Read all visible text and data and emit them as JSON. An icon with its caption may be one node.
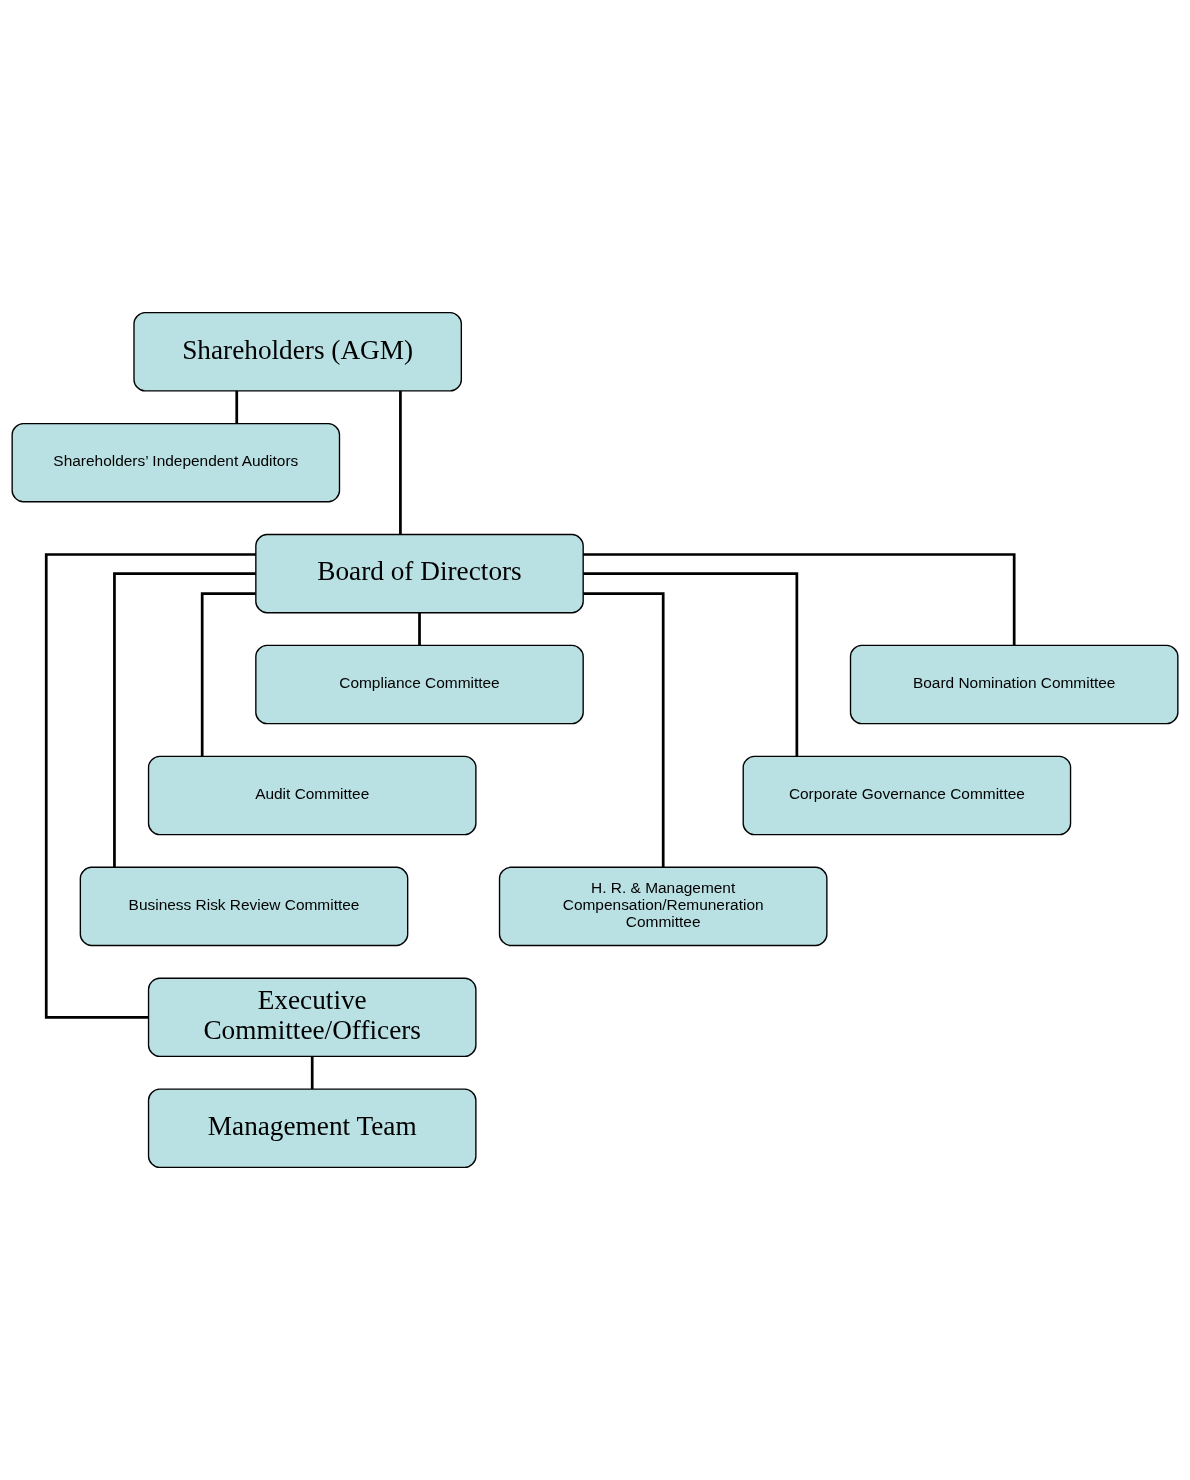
{
  "diagram": {
    "nodes": [
      {
        "text": [
          "Shareholders (AGM)"
        ]
      },
      {
        "text": [
          "Shareholders’ Independent Auditors"
        ]
      },
      {
        "text": [
          "Board of Directors"
        ]
      },
      {
        "text": [
          "Board Nomination Committee"
        ]
      },
      {
        "text": [
          "Compliance Committee"
        ]
      },
      {
        "text": [
          "Corporate Governance Committee"
        ]
      },
      {
        "text": [
          "Audit Committee"
        ]
      },
      {
        "text": [
          "H. R. & Management Compensation/Remuneration Committee"
        ]
      },
      {
        "text": [
          "Business Risk Review Committee"
        ]
      },
      {
        "text": [
          "Executive Committee/Officers"
        ]
      },
      {
        "text": [
          "Management Team"
        ]
      }
    ],
    "edges": [
      {
        "from": 0,
        "to": 2,
        "arrow": "none"
      },
      {
        "from": 0,
        "to": 1,
        "arrow": "none"
      },
      {
        "from": 2,
        "to": 3,
        "arrow": "none"
      },
      {
        "from": 2,
        "to": 4,
        "arrow": "none"
      },
      {
        "from": 2,
        "to": 5,
        "arrow": "none"
      },
      {
        "from": 2,
        "to": 6,
        "arrow": "none"
      },
      {
        "from": 2,
        "to": 7,
        "arrow": "none"
      },
      {
        "from": 2,
        "to": 8,
        "arrow": "none"
      },
      {
        "from": 2,
        "to": 9,
        "arrow": "none"
      },
      {
        "from": 9,
        "to": 10,
        "arrow": "none"
      }
    ]
  }
}
